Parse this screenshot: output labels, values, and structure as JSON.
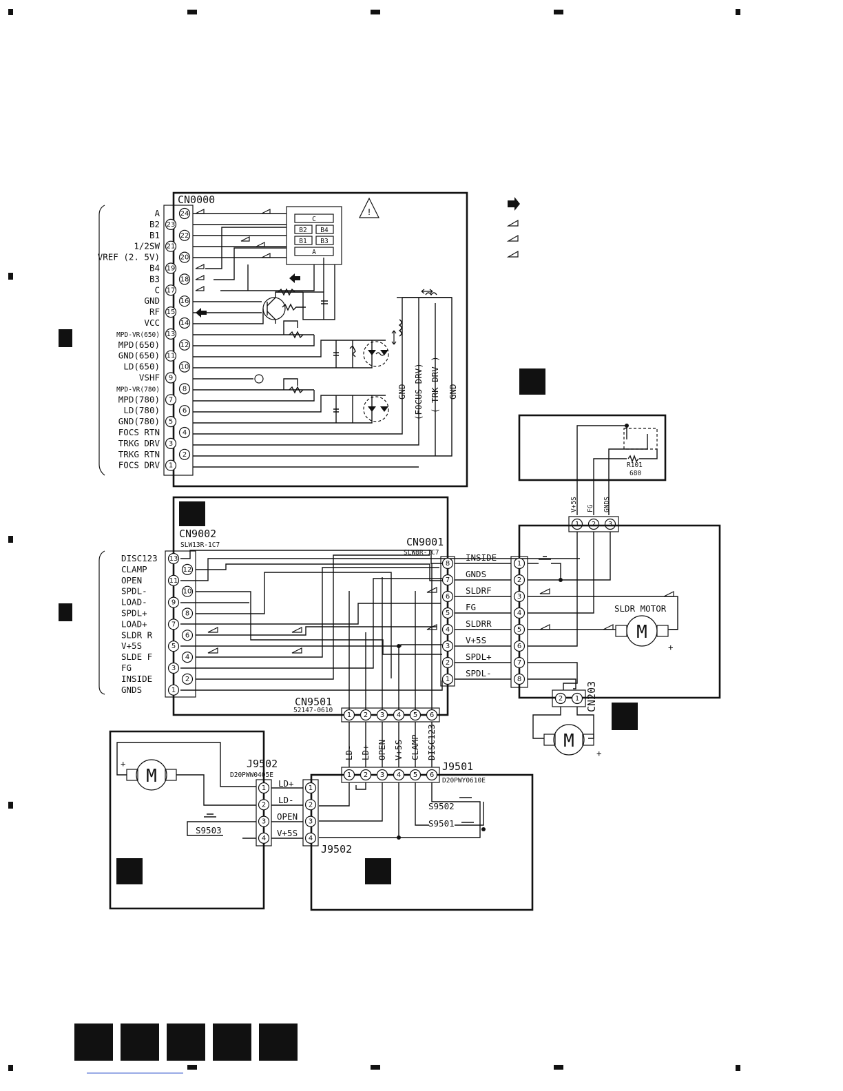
{
  "header_block": {
    "connector": "CN0000",
    "pins": [
      {
        "num": "24",
        "label": "A"
      },
      {
        "num": "23",
        "label": "B2"
      },
      {
        "num": "22",
        "label": "B1"
      },
      {
        "num": "21",
        "label": "1/2SW"
      },
      {
        "num": "20",
        "label": "VREF (2. 5V)"
      },
      {
        "num": "19",
        "label": "B4"
      },
      {
        "num": "18",
        "label": "B3"
      },
      {
        "num": "17",
        "label": "C"
      },
      {
        "num": "16",
        "label": "GND"
      },
      {
        "num": "15",
        "label": "RF"
      },
      {
        "num": "14",
        "label": "VCC"
      },
      {
        "num": "13",
        "label": "MPD-VR(650)"
      },
      {
        "num": "12",
        "label": "MPD(650)"
      },
      {
        "num": "11",
        "label": "GND(650)"
      },
      {
        "num": "10",
        "label": "LD(650)"
      },
      {
        "num": "9",
        "label": "VSHF"
      },
      {
        "num": "8",
        "label": "MPD-VR(780)"
      },
      {
        "num": "7",
        "label": "MPD(780)"
      },
      {
        "num": "6",
        "label": "LD(780)"
      },
      {
        "num": "5",
        "label": "GND(780)"
      },
      {
        "num": "4",
        "label": "FOCS RTN"
      },
      {
        "num": "3",
        "label": "TRKG DRV"
      },
      {
        "num": "2",
        "label": "TRKG RTN"
      },
      {
        "num": "1",
        "label": "FOCS DRV"
      }
    ],
    "photo_segments": [
      "C",
      "B2",
      "B4",
      "B1",
      "B3",
      "A"
    ],
    "vertical_labels": [
      "GND",
      "(FOCUS DRV)",
      "( TRK DRV )",
      "GND"
    ]
  },
  "sensor_block": {
    "resistor": "R101",
    "resistor_value": "680",
    "pins": [
      {
        "num": "1",
        "label": "V+5S"
      },
      {
        "num": "2",
        "label": "FG"
      },
      {
        "num": "3",
        "label": "GNDS"
      }
    ]
  },
  "loading_block": {
    "left_connector": "CN9002",
    "left_part": "SLW13R-1C7",
    "right_connector": "CN9001",
    "right_part": "SLW8R-1C7",
    "bottom_connector": "CN9501",
    "bottom_part": "52147-0610",
    "left_pins": [
      {
        "num": "13",
        "label": "DISC123"
      },
      {
        "num": "12",
        "label": "CLAMP"
      },
      {
        "num": "11",
        "label": "OPEN"
      },
      {
        "num": "10",
        "label": "SPDL-"
      },
      {
        "num": "9",
        "label": "LOAD-"
      },
      {
        "num": "8",
        "label": "SPDL+"
      },
      {
        "num": "7",
        "label": "LOAD+"
      },
      {
        "num": "6",
        "label": "SLDR R"
      },
      {
        "num": "5",
        "label": "V+5S"
      },
      {
        "num": "4",
        "label": "SLDE F"
      },
      {
        "num": "3",
        "label": "FG"
      },
      {
        "num": "2",
        "label": "INSIDE"
      },
      {
        "num": "1",
        "label": "GNDS"
      }
    ],
    "right_pins": [
      {
        "num": "8",
        "label": "INSIDE"
      },
      {
        "num": "7",
        "label": "GNDS"
      },
      {
        "num": "6",
        "label": "SLDRF"
      },
      {
        "num": "5",
        "label": "FG"
      },
      {
        "num": "4",
        "label": "SLDRR"
      },
      {
        "num": "3",
        "label": "V+5S"
      },
      {
        "num": "2",
        "label": "SPDL+"
      },
      {
        "num": "1",
        "label": "SPDL-"
      }
    ],
    "bottom_pins": [
      "1",
      "2",
      "3",
      "4",
      "5",
      "6"
    ]
  },
  "mech_block": {
    "motor_label": "SLDR MOTOR",
    "pins": [
      "1",
      "2",
      "3",
      "4",
      "5",
      "6",
      "7",
      "8"
    ],
    "spindle_connector": "CN203",
    "spindle_pins": [
      "2",
      "1"
    ]
  },
  "j9501_block": {
    "connector": "J9501",
    "part": "D20PWY0610E",
    "pin_labels": [
      "LD-",
      "LD+",
      "OPEN",
      "V+5S",
      "CLAMP",
      "DISC123"
    ],
    "pins": [
      "1",
      "2",
      "3",
      "4",
      "5",
      "6"
    ],
    "switches": [
      "S9502",
      "S9501"
    ],
    "bottom_connector": "J9502"
  },
  "loading_motor_block": {
    "connector": "J9502",
    "part": "D20PWW0405E",
    "switch": "S9503",
    "pins": [
      {
        "num": "1",
        "label": "LD+"
      },
      {
        "num": "2",
        "label": "LD-"
      },
      {
        "num": "3",
        "label": "OPEN"
      },
      {
        "num": "4",
        "label": "V+5S"
      }
    ]
  },
  "symbols": {
    "motor": "M",
    "plus": "+"
  },
  "footer_page_boxes": [
    "",
    "",
    "",
    "",
    ""
  ]
}
